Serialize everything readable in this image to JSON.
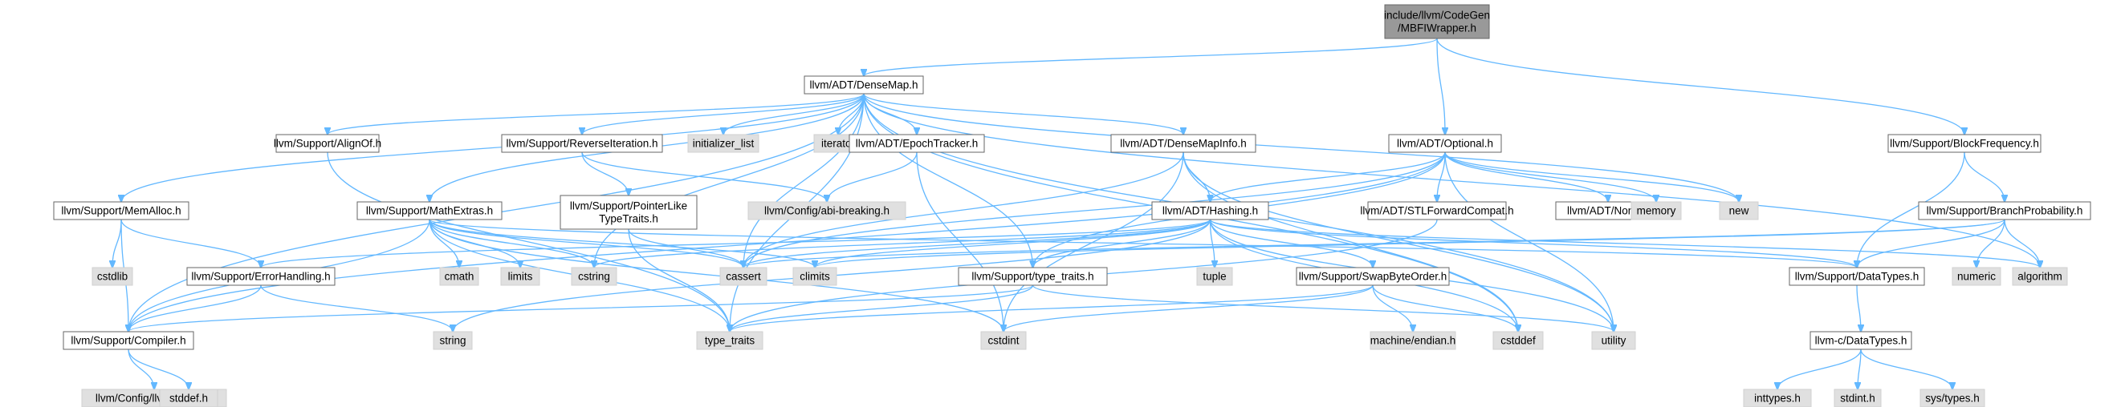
{
  "diagram": {
    "nodes": [
      {
        "id": "root",
        "kind": "root",
        "lines": [
          "include/llvm/CodeGen",
          "/MBFIWrapper.h"
        ]
      },
      {
        "id": "densemap",
        "kind": "file",
        "lines": [
          "llvm/ADT/DenseMap.h"
        ]
      },
      {
        "id": "optional",
        "kind": "file",
        "lines": [
          "llvm/ADT/Optional.h"
        ]
      },
      {
        "id": "blockfreq",
        "kind": "file",
        "lines": [
          "llvm/Support/BlockFrequency.h"
        ]
      },
      {
        "id": "alignof",
        "kind": "file",
        "lines": [
          "llvm/Support/AlignOf.h"
        ]
      },
      {
        "id": "reverseiter",
        "kind": "file",
        "lines": [
          "llvm/Support/ReverseIteration.h"
        ]
      },
      {
        "id": "initlist",
        "kind": "sys",
        "lines": [
          "initializer_list"
        ]
      },
      {
        "id": "iterator",
        "kind": "sys",
        "lines": [
          "iterator"
        ]
      },
      {
        "id": "epoch",
        "kind": "file",
        "lines": [
          "llvm/ADT/EpochTracker.h"
        ]
      },
      {
        "id": "densemapinfo",
        "kind": "file",
        "lines": [
          "llvm/ADT/DenseMapInfo.h"
        ]
      },
      {
        "id": "memalloc",
        "kind": "file",
        "lines": [
          "llvm/Support/MemAlloc.h"
        ]
      },
      {
        "id": "mathextras",
        "kind": "file",
        "lines": [
          "llvm/Support/MathExtras.h"
        ]
      },
      {
        "id": "ptrlike",
        "kind": "file",
        "lines": [
          "llvm/Support/PointerLike",
          "TypeTraits.h"
        ]
      },
      {
        "id": "abibreak",
        "kind": "sys",
        "lines": [
          "llvm/Config/abi-breaking.h"
        ]
      },
      {
        "id": "hashing",
        "kind": "file",
        "lines": [
          "llvm/ADT/Hashing.h"
        ]
      },
      {
        "id": "stlfwd",
        "kind": "file",
        "lines": [
          "llvm/ADT/STLForwardCompat.h"
        ]
      },
      {
        "id": "none",
        "kind": "file",
        "lines": [
          "llvm/ADT/None.h"
        ]
      },
      {
        "id": "memory",
        "kind": "sys",
        "lines": [
          "memory"
        ]
      },
      {
        "id": "new",
        "kind": "sys",
        "lines": [
          "new"
        ]
      },
      {
        "id": "branchprob",
        "kind": "file",
        "lines": [
          "llvm/Support/BranchProbability.h"
        ]
      },
      {
        "id": "cstdlib",
        "kind": "sys",
        "lines": [
          "cstdlib"
        ]
      },
      {
        "id": "errorhandling",
        "kind": "file",
        "lines": [
          "llvm/Support/ErrorHandling.h"
        ]
      },
      {
        "id": "cmath",
        "kind": "sys",
        "lines": [
          "cmath"
        ]
      },
      {
        "id": "limits",
        "kind": "sys",
        "lines": [
          "limits"
        ]
      },
      {
        "id": "cstring",
        "kind": "sys",
        "lines": [
          "cstring"
        ]
      },
      {
        "id": "cassert",
        "kind": "sys",
        "lines": [
          "cassert"
        ]
      },
      {
        "id": "climits",
        "kind": "sys",
        "lines": [
          "climits"
        ]
      },
      {
        "id": "typetraits_h",
        "kind": "file",
        "lines": [
          "llvm/Support/type_traits.h"
        ]
      },
      {
        "id": "tuple",
        "kind": "sys",
        "lines": [
          "tuple"
        ]
      },
      {
        "id": "swapbyte",
        "kind": "file",
        "lines": [
          "llvm/Support/SwapByteOrder.h"
        ]
      },
      {
        "id": "datatypes",
        "kind": "file",
        "lines": [
          "llvm/Support/DataTypes.h"
        ]
      },
      {
        "id": "numeric",
        "kind": "sys",
        "lines": [
          "numeric"
        ]
      },
      {
        "id": "algorithm",
        "kind": "sys",
        "lines": [
          "algorithm"
        ]
      },
      {
        "id": "compiler",
        "kind": "file",
        "lines": [
          "llvm/Support/Compiler.h"
        ]
      },
      {
        "id": "string",
        "kind": "sys",
        "lines": [
          "string"
        ]
      },
      {
        "id": "type_traits",
        "kind": "sys",
        "lines": [
          "type_traits"
        ]
      },
      {
        "id": "cstdint",
        "kind": "sys",
        "lines": [
          "cstdint"
        ]
      },
      {
        "id": "endian",
        "kind": "sys",
        "lines": [
          "machine/endian.h"
        ]
      },
      {
        "id": "cstddef",
        "kind": "sys",
        "lines": [
          "cstddef"
        ]
      },
      {
        "id": "utility",
        "kind": "sys",
        "lines": [
          "utility"
        ]
      },
      {
        "id": "cdatatypes",
        "kind": "file",
        "lines": [
          "llvm-c/DataTypes.h"
        ]
      },
      {
        "id": "llvmconfig",
        "kind": "sys",
        "lines": [
          "llvm/Config/llvm-config.h"
        ]
      },
      {
        "id": "stddef",
        "kind": "sys",
        "lines": [
          "stddef.h"
        ]
      },
      {
        "id": "inttypes",
        "kind": "sys",
        "lines": [
          "inttypes.h"
        ]
      },
      {
        "id": "stdint",
        "kind": "sys",
        "lines": [
          "stdint.h"
        ]
      },
      {
        "id": "systypes",
        "kind": "sys",
        "lines": [
          "sys/types.h"
        ]
      }
    ],
    "edges": [
      [
        "root",
        "densemap"
      ],
      [
        "root",
        "optional"
      ],
      [
        "root",
        "blockfreq"
      ],
      [
        "densemap",
        "alignof"
      ],
      [
        "densemap",
        "reverseiter"
      ],
      [
        "densemap",
        "initlist"
      ],
      [
        "densemap",
        "iterator"
      ],
      [
        "densemap",
        "epoch"
      ],
      [
        "densemap",
        "densemapinfo"
      ],
      [
        "densemap",
        "memalloc"
      ],
      [
        "densemap",
        "mathextras"
      ],
      [
        "densemap",
        "compiler"
      ],
      [
        "densemap",
        "type_traits"
      ],
      [
        "densemap",
        "cassert"
      ],
      [
        "densemap",
        "typetraits_h"
      ],
      [
        "densemap",
        "algorithm"
      ],
      [
        "densemap",
        "new"
      ],
      [
        "densemap",
        "utility"
      ],
      [
        "densemap",
        "cstddef"
      ],
      [
        "densemap",
        "cstring"
      ],
      [
        "optional",
        "hashing"
      ],
      [
        "optional",
        "stlfwd"
      ],
      [
        "optional",
        "none"
      ],
      [
        "optional",
        "memory"
      ],
      [
        "optional",
        "new"
      ],
      [
        "optional",
        "cassert"
      ],
      [
        "optional",
        "compiler"
      ],
      [
        "optional",
        "typetraits_h"
      ],
      [
        "optional",
        "utility"
      ],
      [
        "blockfreq",
        "branchprob"
      ],
      [
        "blockfreq",
        "datatypes"
      ],
      [
        "alignof",
        "type_traits"
      ],
      [
        "reverseiter",
        "ptrlike"
      ],
      [
        "reverseiter",
        "abibreak"
      ],
      [
        "epoch",
        "abibreak"
      ],
      [
        "epoch",
        "cstdint"
      ],
      [
        "densemapinfo",
        "hashing"
      ],
      [
        "densemapinfo",
        "cassert"
      ],
      [
        "densemapinfo",
        "cstddef"
      ],
      [
        "densemapinfo",
        "cstdint"
      ],
      [
        "densemapinfo",
        "utility"
      ],
      [
        "memalloc",
        "cstdlib"
      ],
      [
        "memalloc",
        "errorhandling"
      ],
      [
        "memalloc",
        "compiler"
      ],
      [
        "mathextras",
        "cmath"
      ],
      [
        "mathextras",
        "limits"
      ],
      [
        "mathextras",
        "cstring"
      ],
      [
        "mathextras",
        "cassert"
      ],
      [
        "mathextras",
        "climits"
      ],
      [
        "mathextras",
        "compiler"
      ],
      [
        "mathextras",
        "type_traits"
      ],
      [
        "mathextras",
        "cstdint"
      ],
      [
        "mathextras",
        "datatypes"
      ],
      [
        "ptrlike",
        "cassert"
      ],
      [
        "ptrlike",
        "type_traits"
      ],
      [
        "hashing",
        "cassert"
      ],
      [
        "hashing",
        "climits"
      ],
      [
        "hashing",
        "typetraits_h"
      ],
      [
        "hashing",
        "tuple"
      ],
      [
        "hashing",
        "swapbyte"
      ],
      [
        "hashing",
        "datatypes"
      ],
      [
        "hashing",
        "errorhandling"
      ],
      [
        "hashing",
        "cstring"
      ],
      [
        "hashing",
        "algorithm"
      ],
      [
        "hashing",
        "string"
      ],
      [
        "hashing",
        "utility"
      ],
      [
        "hashing",
        "cstddef"
      ],
      [
        "stlfwd",
        "type_traits"
      ],
      [
        "branchprob",
        "numeric"
      ],
      [
        "branchprob",
        "algorithm"
      ],
      [
        "branchprob",
        "datatypes"
      ],
      [
        "branchprob",
        "cassert"
      ],
      [
        "branchprob",
        "climits"
      ],
      [
        "errorhandling",
        "compiler"
      ],
      [
        "errorhandling",
        "string"
      ],
      [
        "typetraits_h",
        "compiler"
      ],
      [
        "typetraits_h",
        "type_traits"
      ],
      [
        "typetraits_h",
        "utility"
      ],
      [
        "swapbyte",
        "endian"
      ],
      [
        "swapbyte",
        "cstddef"
      ],
      [
        "swapbyte",
        "cstdint"
      ],
      [
        "swapbyte",
        "type_traits"
      ],
      [
        "datatypes",
        "cdatatypes"
      ],
      [
        "compiler",
        "llvmconfig"
      ],
      [
        "compiler",
        "stddef"
      ],
      [
        "cdatatypes",
        "inttypes"
      ],
      [
        "cdatatypes",
        "stdint"
      ],
      [
        "cdatatypes",
        "systypes"
      ]
    ]
  }
}
